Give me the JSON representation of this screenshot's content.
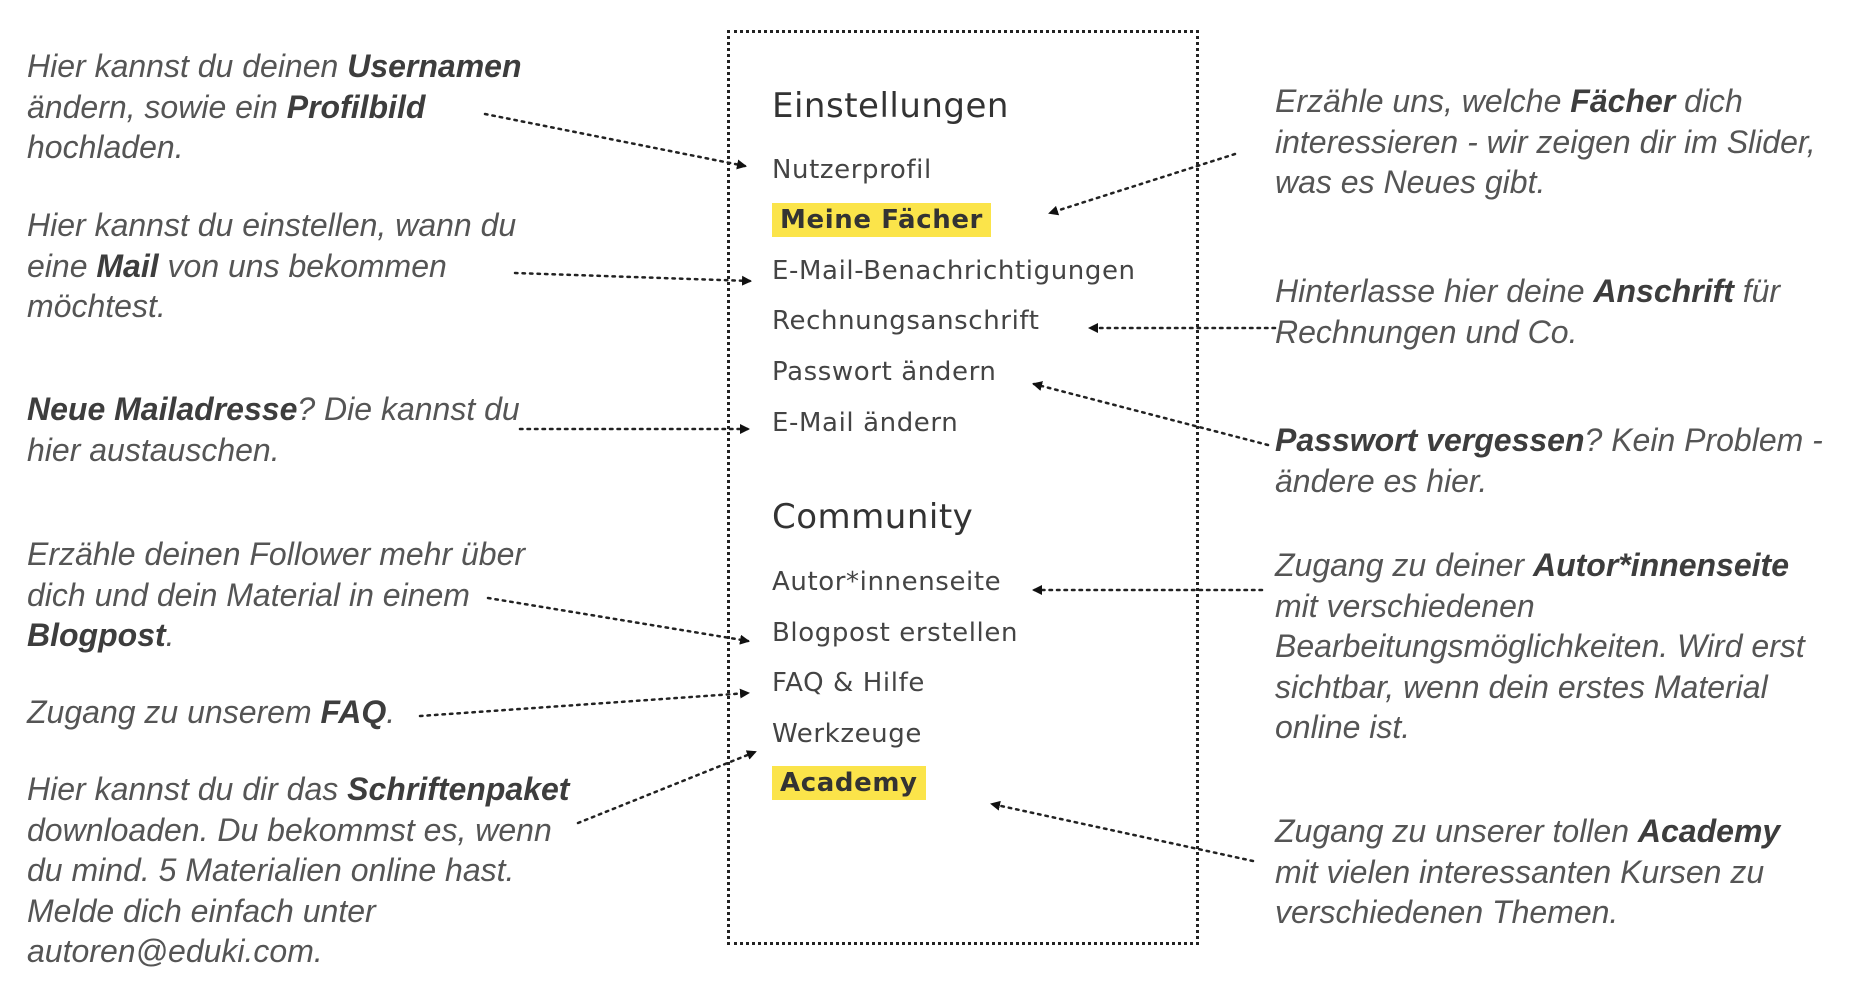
{
  "colors": {
    "highlight": "#fbe44a",
    "text": "#555555",
    "menu_text": "#444444",
    "border": "#222222"
  },
  "menu": {
    "settings_title": "Einstellungen",
    "settings_items": [
      {
        "label": "Nutzerprofil",
        "highlighted": false
      },
      {
        "label": "Meine Fächer",
        "highlighted": true
      },
      {
        "label": "E-Mail-Benachrichtigungen",
        "highlighted": false
      },
      {
        "label": "Rechnungsanschrift",
        "highlighted": false
      },
      {
        "label": "Passwort ändern",
        "highlighted": false
      },
      {
        "label": "E-Mail ändern",
        "highlighted": false
      }
    ],
    "community_title": "Community",
    "community_items": [
      {
        "label": "Autor*innenseite",
        "highlighted": false
      },
      {
        "label": "Blogpost erstellen",
        "highlighted": false
      },
      {
        "label": "FAQ & Hilfe",
        "highlighted": false
      },
      {
        "label": "Werkzeuge",
        "highlighted": false
      },
      {
        "label": "Academy",
        "highlighted": true
      }
    ]
  },
  "notes_left": {
    "profile": {
      "t1": "Hier kannst du deinen ",
      "b1": "Usernamen",
      "t2": "ändern, sowie ein ",
      "b2": "Profilbild",
      "t3": "hochladen."
    },
    "mail_notify": {
      "t1": "Hier kannst du einstellen, wann du",
      "t2": "eine ",
      "b1": "Mail",
      "t3": " von uns bekommen",
      "t4": "möchtest."
    },
    "new_mail": {
      "b1": "Neue Mailadresse",
      "t1": "? Die kannst du",
      "t2": "hier austauschen."
    },
    "blogpost": {
      "t1": "Erzähle deinen Follower mehr über",
      "t2": "dich und dein Material in einem",
      "b1": "Blogpost",
      "t3": "."
    },
    "faq": {
      "t1": "Zugang zu unserem ",
      "b1": "FAQ",
      "t2": "."
    },
    "tools": {
      "t1": "Hier kannst du dir das ",
      "b1": "Schriftenpaket",
      "t2": "downloaden. Du bekommst es, wenn",
      "t3": "du mind. 5 Materialien online hast.",
      "t4": "Melde dich einfach unter",
      "t5": "autoren@eduki.com."
    }
  },
  "notes_right": {
    "subjects": {
      "t1": "Erzähle uns, welche ",
      "b1": "Fächer",
      "t2": " dich",
      "t3": "interessieren - wir zeigen dir im Slider,",
      "t4": "was es Neues gibt."
    },
    "address": {
      "t1": "Hinterlasse hier deine ",
      "b1": "Anschrift",
      "t2": " für",
      "t3": "Rechnungen und Co."
    },
    "password": {
      "b1": "Passwort vergessen",
      "t1": "? Kein Problem -",
      "t2": "ändere es hier."
    },
    "author_page": {
      "t1": "Zugang zu deiner ",
      "b1": "Autor*innenseite",
      "t2": "mit verschiedenen",
      "t3": "Bearbeitungsmöglichkeiten. Wird erst",
      "t4": "sichtbar, wenn dein erstes Material",
      "t5": "online ist."
    },
    "academy": {
      "t1": "Zugang zu unserer tollen ",
      "b1": "Academy",
      "t2": "mit vielen interessanten Kursen zu",
      "t3": "verschiedenen Themen."
    }
  }
}
